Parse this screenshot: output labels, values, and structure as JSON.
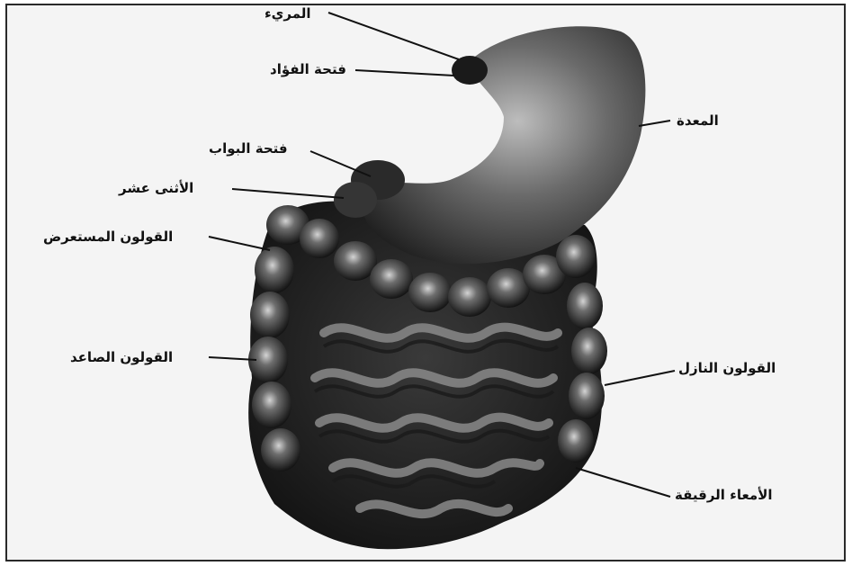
{
  "labels": {
    "esophagus": "المريء",
    "cardia": "فتحة الفؤاد",
    "stomach": "المعدة",
    "pylorus": "فتحة البواب",
    "duodenum": "الأثنى عشر",
    "transverse_colon": "القولون المستعرض",
    "ascending_colon": "القولون الصاعد",
    "descending_colon": "القولون النازل",
    "small_intestine": "الأمعاء الرقيقة"
  },
  "colors": {
    "organ_dark": "#1c1c1c",
    "organ_mid": "#555555",
    "highlight": "#c8c8c8",
    "line": "#111111"
  }
}
